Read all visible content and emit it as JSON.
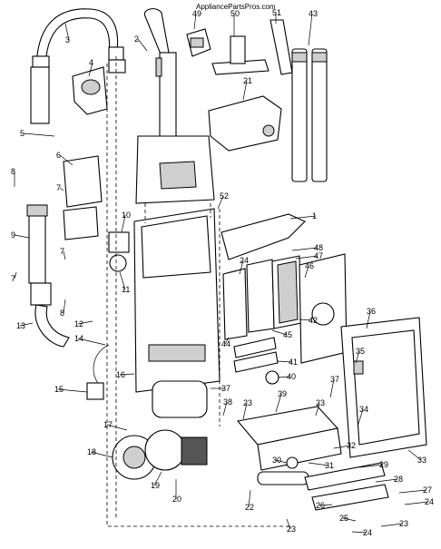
{
  "watermark": "AppliancePartsPros.com",
  "callouts": [
    "1",
    "2",
    "3",
    "4",
    "5",
    "6",
    "7",
    "8",
    "9",
    "10",
    "11",
    "12",
    "13",
    "14",
    "15",
    "16",
    "17",
    "18",
    "19",
    "20",
    "21",
    "22",
    "23",
    "24",
    "25",
    "26",
    "27",
    "28",
    "29",
    "30",
    "31",
    "32",
    "33",
    "34",
    "35",
    "36",
    "37",
    "38",
    "39",
    "40",
    "41",
    "42",
    "43",
    "44",
    "45",
    "46",
    "47",
    "48",
    "49",
    "50",
    "51",
    "52"
  ]
}
